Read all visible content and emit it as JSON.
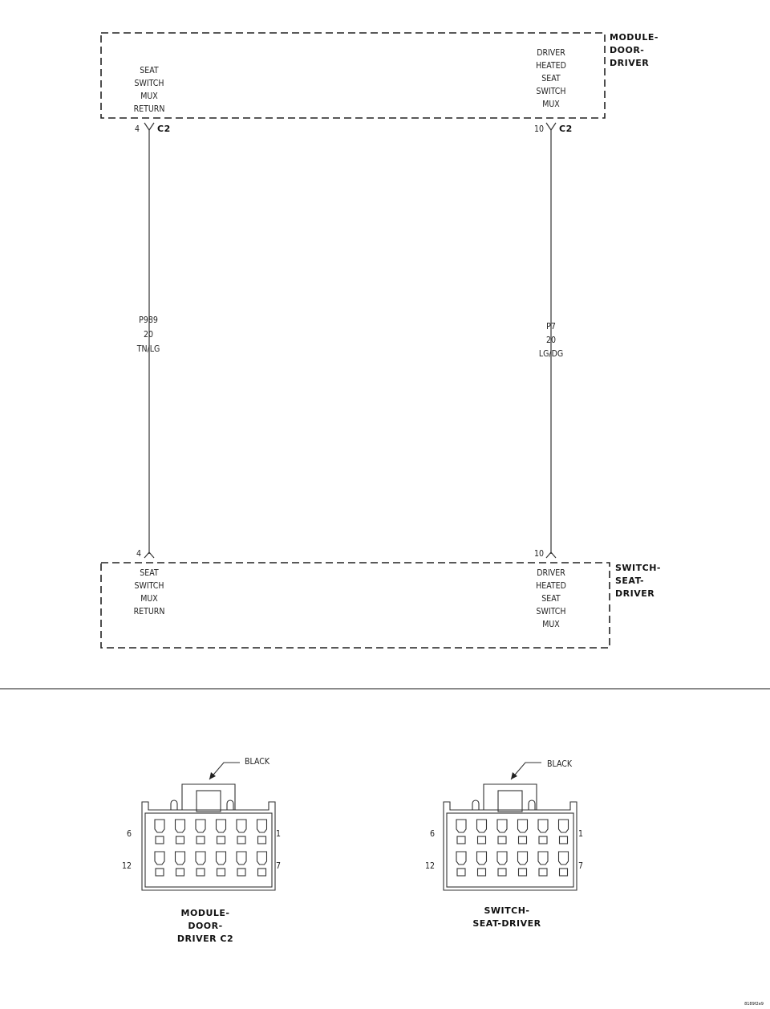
{
  "top_module": {
    "name_lines": [
      "MODULE-",
      "DOOR-",
      "DRIVER"
    ],
    "left_pin_label": [
      "SEAT",
      "SWITCH",
      "MUX",
      "RETURN"
    ],
    "right_pin_label": [
      "DRIVER",
      "HEATED",
      "SEAT",
      "SWITCH",
      "MUX"
    ],
    "left_pin": "4",
    "right_pin": "10",
    "connector": "C2"
  },
  "wires": [
    {
      "circuit": "P989",
      "gauge": "20",
      "color": "TN/LG"
    },
    {
      "circuit": "P7",
      "gauge": "20",
      "color": "LG/DG"
    }
  ],
  "bottom_module": {
    "name_lines": [
      "SWITCH-",
      "SEAT-",
      "DRIVER"
    ],
    "left_pin_label": [
      "SEAT",
      "SWITCH",
      "MUX",
      "RETURN"
    ],
    "right_pin_label": [
      "DRIVER",
      "HEATED",
      "SEAT",
      "SWITCH",
      "MUX"
    ],
    "left_pin": "4",
    "right_pin": "10"
  },
  "connector_views": [
    {
      "color_label": "BLACK",
      "pins": {
        "top_left": "6",
        "top_right": "1",
        "bottom_left": "12",
        "bottom_right": "7"
      },
      "caption_lines": [
        "MODULE-",
        "DOOR-",
        "DRIVER C2"
      ]
    },
    {
      "color_label": "BLACK",
      "pins": {
        "top_left": "6",
        "top_right": "1",
        "bottom_left": "12",
        "bottom_right": "7"
      },
      "caption_lines": [
        "SWITCH-",
        "SEAT-DRIVER"
      ]
    }
  ],
  "figure_id": "8189f2e9"
}
